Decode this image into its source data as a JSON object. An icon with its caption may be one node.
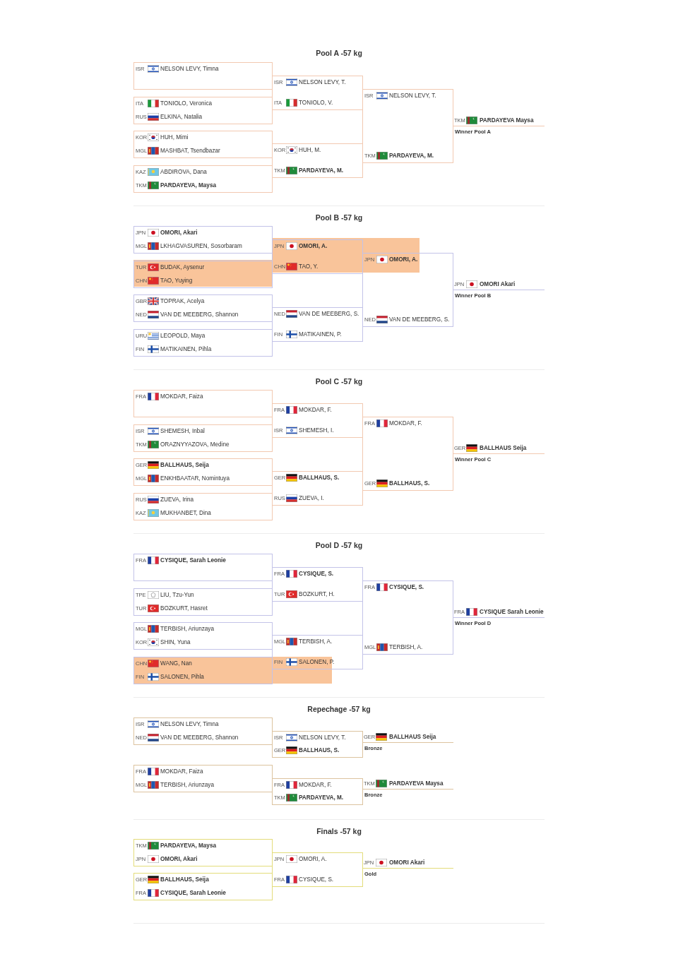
{
  "diagram": {
    "nodes": [
      {
        "text": [],
        "shape": "box"
      },
      {
        "text": [
          "ISR",
          "NELSON LEVY, Timna"
        ],
        "in": 0
      },
      {
        "text": [],
        "shape": "box"
      },
      {
        "text": [
          "ITA",
          "TONIOLO, Veronica"
        ],
        "in": 2
      },
      {
        "text": [
          "RUS",
          "ELKINA, Natalia"
        ],
        "in": 2
      },
      {
        "text": [],
        "shape": "box"
      },
      {
        "text": [
          "KOR",
          "HUH, Mimi"
        ],
        "in": 5
      },
      {
        "text": [
          "MGL",
          "MASHBAT, Tsendbazar"
        ],
        "in": 5
      },
      {
        "text": [],
        "shape": "box"
      },
      {
        "text": [
          "KAZ",
          "ABDIROVA, Dana"
        ],
        "in": 8
      },
      {
        "text": [
          "TKM",
          "PARDAYEVA, Maysa"
        ],
        "in": 8
      },
      {
        "text": [],
        "shape": "box"
      },
      {
        "text": [
          "ISR",
          "NELSON LEVY, T."
        ],
        "in": 11
      },
      {
        "text": [
          "ITA",
          "TONIOLO, V."
        ],
        "in": 11
      },
      {
        "text": [],
        "shape": "box"
      },
      {
        "text": [
          "KOR",
          "HUH, M."
        ],
        "in": 14
      },
      {
        "text": [
          "TKM",
          "PARDAYEVA, M."
        ],
        "in": 14
      },
      {
        "text": [],
        "shape": "box"
      },
      {
        "text": [
          "ISR",
          "NELSON LEVY, T."
        ],
        "in": 17
      },
      {
        "text": [
          "TKM",
          "PARDAYEVA, M."
        ],
        "in": 17
      },
      {
        "text": [
          "TKM",
          "PARDAYEVA Maysa"
        ],
        "beside": [
          "Winner Pool A"
        ]
      },
      {
        "text": [],
        "shape": "box"
      },
      {
        "text": [
          "JPN",
          "OMORI, Akari"
        ],
        "in": 21
      },
      {
        "text": [
          "MGL",
          "LKHAGVASUREN, Sosorbaram"
        ],
        "in": 21
      },
      {
        "text": [],
        "shape": "box"
      },
      {
        "text": [
          "TUR",
          "BUDAK, Aysenur"
        ],
        "in": 24
      },
      {
        "text": [
          "CHN",
          "TAO, Yuying"
        ],
        "in": 24
      },
      {
        "text": [],
        "shape": "box"
      },
      {
        "text": [
          "GBR",
          "TOPRAK, Acelya"
        ],
        "in": 27
      },
      {
        "text": [
          "NED",
          "VAN DE MEEBERG, Shannon"
        ],
        "in": 27
      },
      {
        "text": [],
        "shape": "box"
      },
      {
        "text": [
          "URU",
          "LEOPOLD, Maya"
        ],
        "in": 30
      },
      {
        "text": [
          "FIN",
          "MATIKAINEN, Pihla"
        ],
        "in": 30
      },
      {
        "text": [],
        "shape": "box"
      },
      {
        "text": [
          "JPN",
          "OMORI, A."
        ],
        "in": 33
      },
      {
        "text": [
          "CHN",
          "TAO, Y."
        ],
        "in": 33
      },
      {
        "text": [],
        "shape": "box"
      },
      {
        "text": [
          "NED",
          "VAN DE MEEBERG, S."
        ],
        "in": 36
      },
      {
        "text": [
          "FIN",
          "MATIKAINEN, P."
        ],
        "in": 36
      },
      {
        "text": [],
        "shape": "box"
      },
      {
        "text": [
          "JPN",
          "OMORI, A."
        ],
        "in": 39
      },
      {
        "text": [
          "NED",
          "VAN DE MEEBERG, S."
        ],
        "in": 39
      },
      {
        "text": [
          "JPN",
          "OMORI Akari"
        ],
        "beside": [
          "Winner Pool B"
        ]
      },
      {
        "text": [],
        "shape": "box"
      },
      {
        "text": [
          "FRA",
          "MOKDAR, Faiza"
        ],
        "in": 43
      },
      {
        "text": [],
        "shape": "box"
      },
      {
        "text": [
          "ISR",
          "SHEMESH, Inbal"
        ],
        "in": 45
      },
      {
        "text": [
          "TKM",
          "ORAZNYYAZOVA, Medine"
        ],
        "in": 45
      },
      {
        "text": [],
        "shape": "box"
      },
      {
        "text": [
          "GER",
          "BALLHAUS, Seija"
        ],
        "in": 48
      },
      {
        "text": [
          "MGL",
          "ENKHBAATAR, Nomintuya"
        ],
        "in": 48
      },
      {
        "text": [],
        "shape": "box"
      },
      {
        "text": [
          "RUS",
          "ZUEVA, Irina"
        ],
        "in": 51
      },
      {
        "text": [
          "KAZ",
          "MUKHANBET, Dina"
        ],
        "in": 51
      },
      {
        "text": [],
        "shape": "box"
      },
      {
        "text": [
          "FRA",
          "MOKDAR, F."
        ],
        "in": 54
      },
      {
        "text": [
          "ISR",
          "SHEMESH, I."
        ],
        "in": 54
      },
      {
        "text": [],
        "shape": "box"
      },
      {
        "text": [
          "GER",
          "BALLHAUS, S."
        ],
        "in": 57
      },
      {
        "text": [
          "RUS",
          "ZUEVA, I."
        ],
        "in": 57
      },
      {
        "text": [],
        "shape": "box"
      },
      {
        "text": [
          "FRA",
          "MOKDAR, F."
        ],
        "in": 60
      },
      {
        "text": [
          "GER",
          "BALLHAUS, S."
        ],
        "in": 60
      },
      {
        "text": [
          "GER",
          "BALLHAUS Seija"
        ],
        "beside": [
          "Winner Pool C"
        ]
      },
      {
        "text": [],
        "shape": "box"
      },
      {
        "text": [
          "FRA",
          "CYSIQUE, Sarah Leonie"
        ],
        "in": 64
      },
      {
        "text": [],
        "shape": "box"
      },
      {
        "text": [
          "TPE",
          "LIU, Tzu-Yun"
        ],
        "in": 66
      },
      {
        "text": [
          "TUR",
          "BOZKURT, Hasret"
        ],
        "in": 66
      },
      {
        "text": [],
        "shape": "box"
      },
      {
        "text": [
          "MGL",
          "TERBISH, Ariunzaya"
        ],
        "in": 69
      },
      {
        "text": [
          "KOR",
          "SHIN, Yuna"
        ],
        "in": 69
      },
      {
        "text": [],
        "shape": "box"
      },
      {
        "text": [
          "CHN",
          "WANG, Nan"
        ],
        "in": 72
      },
      {
        "text": [
          "FIN",
          "SALONEN, Pihla"
        ],
        "in": 72
      },
      {
        "text": [],
        "shape": "box"
      },
      {
        "text": [
          "FRA",
          "CYSIQUE, S."
        ],
        "in": 75
      },
      {
        "text": [
          "TUR",
          "BOZKURT, H."
        ],
        "in": 75
      },
      {
        "text": [],
        "shape": "box"
      },
      {
        "text": [
          "MGL",
          "TERBISH, A."
        ],
        "in": 78
      },
      {
        "text": [
          "FIN",
          "SALONEN, P."
        ],
        "in": 78
      },
      {
        "text": [],
        "shape": "box"
      },
      {
        "text": [
          "FRA",
          "CYSIQUE, S."
        ],
        "in": 81
      },
      {
        "text": [
          "MGL",
          "TERBISH, A."
        ],
        "in": 81
      },
      {
        "text": [
          "FRA",
          "CYSIQUE Sarah Leonie"
        ],
        "beside": [
          "Winner Pool D"
        ]
      },
      {
        "text": [],
        "shape": "box"
      },
      {
        "text": [
          "ISR",
          "NELSON LEVY, Timna"
        ],
        "in": 85
      },
      {
        "text": [
          "NED",
          "VAN DE MEEBERG, Shannon"
        ],
        "in": 85
      },
      {
        "text": [],
        "shape": "box"
      },
      {
        "text": [
          "FRA",
          "MOKDAR, Faiza"
        ],
        "in": 88
      },
      {
        "text": [
          "MGL",
          "TERBISH, Ariunzaya"
        ],
        "in": 88
      },
      {
        "text": [],
        "shape": "box"
      },
      {
        "text": [
          "ISR",
          "NELSON LEVY, T."
        ],
        "in": 91
      },
      {
        "text": [
          "GER",
          "BALLHAUS, S."
        ],
        "in": 91
      },
      {
        "text": [],
        "shape": "box"
      },
      {
        "text": [
          "FRA",
          "MOKDAR, F."
        ],
        "in": 94
      },
      {
        "text": [
          "TKM",
          "PARDAYEVA, M."
        ],
        "in": 94
      },
      {
        "text": [
          "GER",
          "BALLHAUS Seija"
        ],
        "beside": [
          "Bronze"
        ]
      },
      {
        "text": [
          "TKM",
          "PARDAYEVA Maysa"
        ],
        "beside": [
          "Bronze"
        ]
      },
      {
        "text": [],
        "shape": "box"
      },
      {
        "text": [
          "TKM",
          "PARDAYEVA, Maysa"
        ],
        "in": 99
      },
      {
        "text": [
          "JPN",
          "OMORI, Akari"
        ],
        "in": 99
      },
      {
        "text": [],
        "shape": "box"
      },
      {
        "text": [
          "GER",
          "BALLHAUS, Seija"
        ],
        "in": 102
      },
      {
        "text": [
          "FRA",
          "CYSIQUE, Sarah Leonie"
        ],
        "in": 102
      },
      {
        "text": [],
        "shape": "box"
      },
      {
        "text": [
          "JPN",
          "OMORI, A."
        ],
        "in": 105
      },
      {
        "text": [
          "FRA",
          "CYSIQUE, S."
        ],
        "in": 105
      },
      {
        "text": [
          "JPN",
          "OMORI Akari"
        ],
        "beside": [
          "Gold"
        ]
      }
    ],
    "labels": [
      "Pool A -57 kg",
      "Pool B -57 kg",
      "Pool C -57 kg",
      "Pool D -57 kg",
      "Repechage -57 kg",
      "Finals -57 kg"
    ]
  }
}
